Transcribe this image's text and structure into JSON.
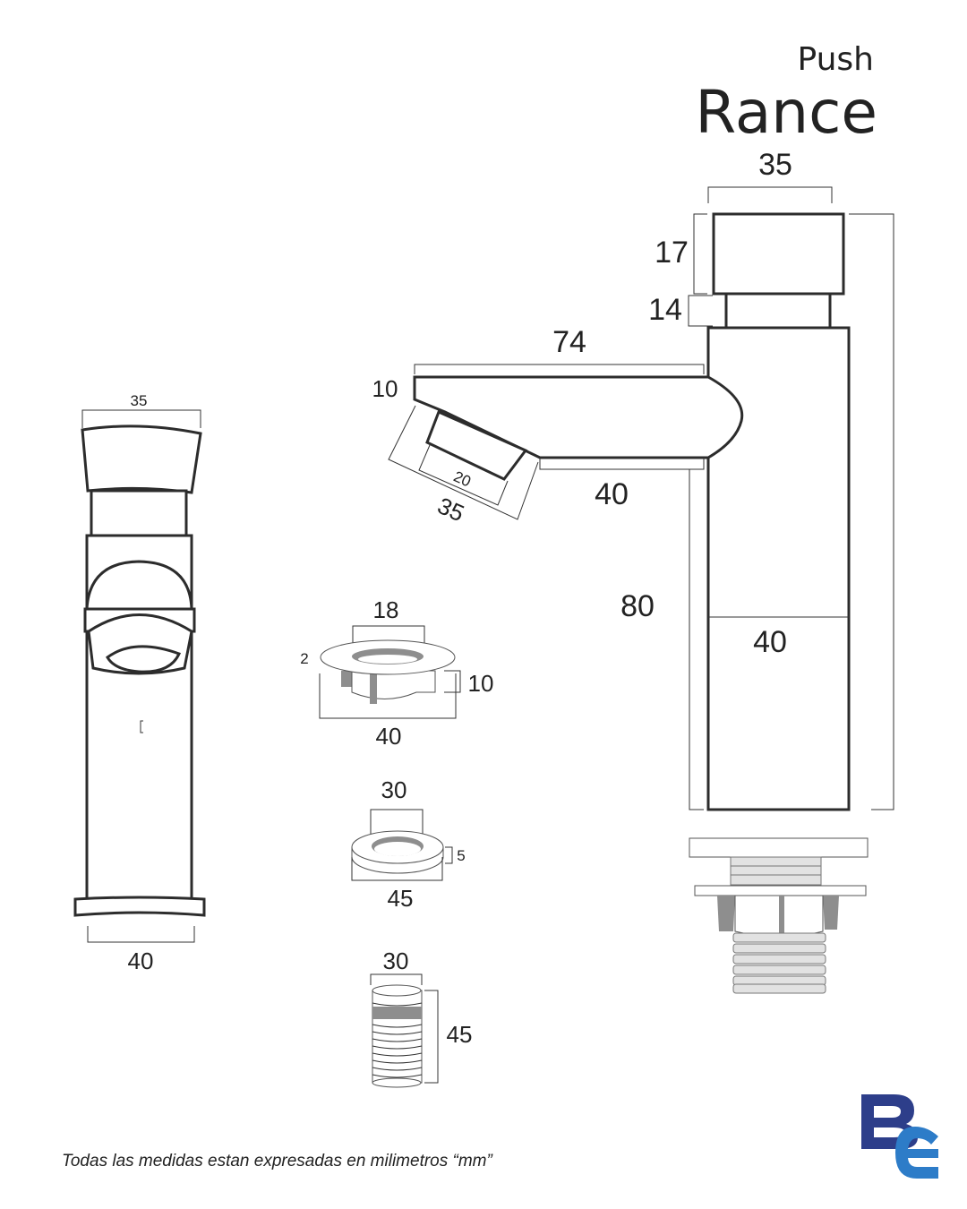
{
  "header": {
    "subtitle": "Push",
    "title": "Rance"
  },
  "colors": {
    "logo_dark": "#2d3e8a",
    "logo_light": "#2d7cc8",
    "line": "#2c2c2c"
  },
  "brand": {
    "logo": "BE"
  },
  "front_view": {
    "top_width": "35",
    "base_width": "40"
  },
  "side_view": {
    "button_width": "35",
    "button_height": "17",
    "collar_height": "14",
    "spout_length": "74",
    "spout_thickness": "10",
    "aerator_inner": "20",
    "aerator_outer": "35",
    "spout_offset": "40",
    "body_height": "80",
    "body_width": "40"
  },
  "cap_part": {
    "inner": "18",
    "flange": "2",
    "height": "10",
    "outer": "40"
  },
  "washer_part": {
    "inner": "30",
    "thickness": "5",
    "outer": "45"
  },
  "threaded_part": {
    "diameter": "30",
    "length": "45"
  },
  "footer": {
    "note": "Todas las medidas estan expresadas en milimetros “mm”"
  }
}
